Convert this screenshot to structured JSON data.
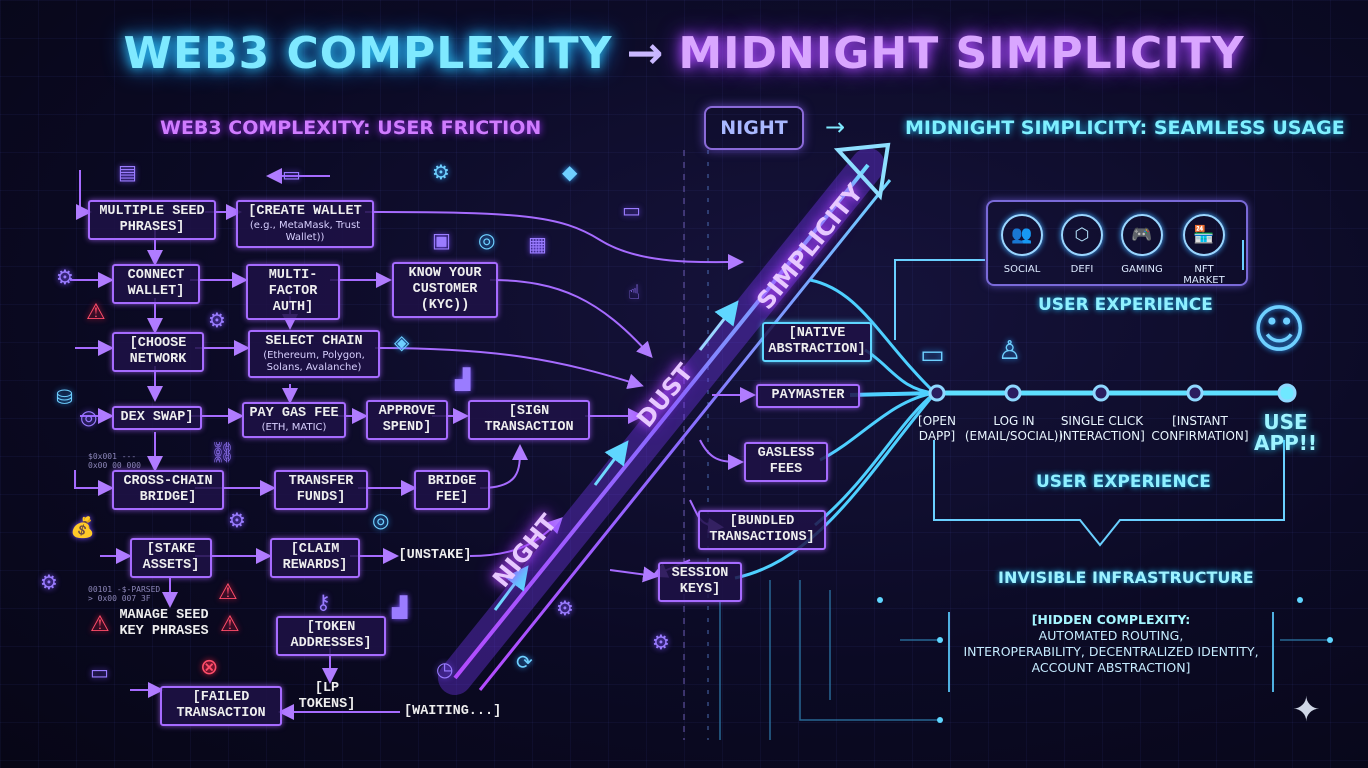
{
  "title": {
    "left": "WEB3 COMPLEXITY",
    "arrow": "→",
    "right": "MIDNIGHT SIMPLICITY"
  },
  "left_section": {
    "heading": "WEB3 COMPLEXITY: USER FRICTION"
  },
  "night_pill": {
    "label": "NIGHT",
    "arrow": "→"
  },
  "right_section": {
    "heading": "MIDNIGHT SIMPLICITY: SEAMLESS USAGE"
  },
  "friction_steps": {
    "seed_phrases": "MULTIPLE SEED\nPHRASES]",
    "create_wallet": "[CREATE WALLET",
    "create_wallet_sub": "(e.g., MetaMask, Trust Wallet))",
    "connect_wallet": "CONNECT\nWALLET]",
    "mfa": "MULTI-FACTOR\nAUTH]",
    "kyc": "KNOW YOUR\nCUSTOMER\n(KYC))",
    "choose_network": "[CHOOSE\nNETWORK",
    "select_chain": "SELECT CHAIN",
    "select_chain_sub": "(Ethereum, Polygon,\nSolans, Avalanche)",
    "dex_swap": "DEX SWAP]",
    "pay_gas": "PAY GAS FEE",
    "pay_gas_sub": "(ETH, MATIC)",
    "approve_spend": "APPROVE\nSPEND]",
    "sign_tx": "[SIGN\nTRANSACTION",
    "cross_chain": "CROSS-CHAIN\nBRIDGE]",
    "transfer_funds": "TRANSFER\nFUNDS]",
    "bridge_fee": "BRIDGE\nFEE]",
    "stake": "[STAKE\nASSETS]",
    "claim": "[CLAIM\nREWARDS]",
    "unstake": "[UNSTAKE]",
    "manage_seed": "MANAGE SEED\nKEY PHRASES",
    "token_addr": "[TOKEN\nADDRESSES]",
    "lp_tokens": "[LP TOKENS]",
    "failed_tx": "[FAILED\nTRANSACTION",
    "waiting": "[WAITING...]"
  },
  "diagonal": {
    "night": "NIGHT",
    "dust": "DUST",
    "simplicity": "SIMPLICITY"
  },
  "abstractions": {
    "native": "[NATIVE\nABSTRACTION]",
    "paymaster": "PAYMASTER",
    "gasless": "GASLESS\nFEES",
    "bundled": "[BUNDLED\nTRANSACTIONS]",
    "session": "SESSION\nKEYS]"
  },
  "apps": [
    {
      "label": "SOCIAL",
      "icon": "users-icon",
      "glyph": "👥"
    },
    {
      "label": "DEFI",
      "icon": "cube-icon",
      "glyph": "⬡"
    },
    {
      "label": "GAMING",
      "icon": "gamepad-icon",
      "glyph": "🎮"
    },
    {
      "label": "NFT MARKET",
      "icon": "storefront-icon",
      "glyph": "🏪"
    }
  ],
  "user_experience_top": "USER EXPERIENCE",
  "user_experience_bottom": "USER EXPERIENCE",
  "flow": {
    "open_dapp": "[OPEN\nDAPP]",
    "log_in": "LOG IN\n(EMAIL/SOCIAL))",
    "single_click": "SINGLE CLICK\nINTERACTION]",
    "instant": "[INSTANT\nCONFIRMATION]",
    "use_app": "USE\nAPP!!"
  },
  "infrastructure": {
    "heading": "INVISIBLE INFRASTRUCTURE",
    "box_title": "[HIDDEN COMPLEXITY:",
    "box_body": "AUTOMATED ROUTING,\nINTEROPERABILITY, DECENTRALIZED IDENTITY,\nACCOUNT ABSTRACTION]"
  },
  "colors": {
    "purple": "#a66bff",
    "cyan": "#5fd6ff",
    "warning": "#ff4d6a"
  }
}
